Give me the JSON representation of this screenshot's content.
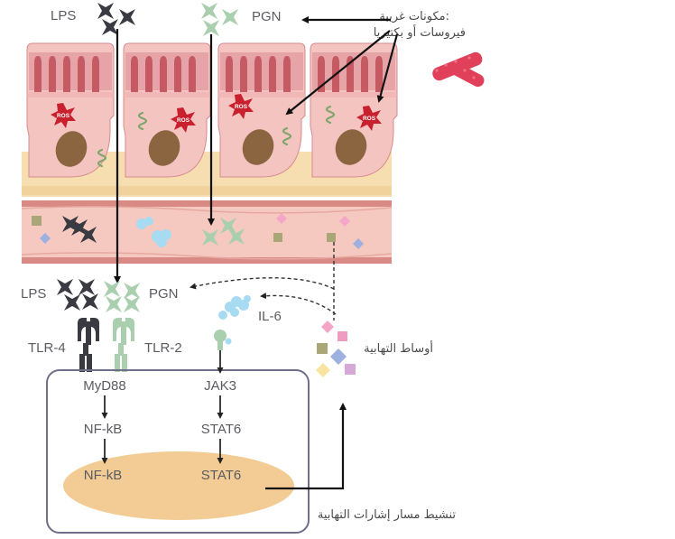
{
  "diagram": {
    "labels": {
      "lps_top": "LPS",
      "pgn_top": "PGN",
      "foreign_line1": "مكونات غريبة:",
      "foreign_line2": "فيروسات أو بكتيريا",
      "ros": "ROS",
      "lps_mid": "LPS",
      "pgn_mid": "PGN",
      "il6": "IL-6",
      "mediators": "أوساط التهابية",
      "tlr4": "TLR-4",
      "tlr2": "TLR-2",
      "myd88": "MyD88",
      "jak3": "JAK3",
      "nfkb_cyto": "NF-kB",
      "stat6_cyto": "STAT6",
      "nfkb_nuc": "NF-kB",
      "stat6_nuc": "STAT6",
      "pathway": "تنشيط مسار إشارات التهابية"
    },
    "colors": {
      "epithelium": "#f4c4c1",
      "epithelium_edge": "#c65a63",
      "basement": "#f6deb0",
      "nucleus": "#8b6440",
      "ros": "#c8202c",
      "lps": "#3a3a42",
      "pgn": "#a9cfae",
      "il6": "#a7dbf2",
      "bacterium": "#e0405a",
      "cell_border": "#6f6f88",
      "nucleus_fill": "#f2cc94"
    },
    "icons": [
      "lps-icon",
      "pgn-icon",
      "ros-icon",
      "bacterium-icon",
      "il6-icon",
      "tlr4-receptor-icon",
      "tlr2-receptor-icon"
    ]
  }
}
